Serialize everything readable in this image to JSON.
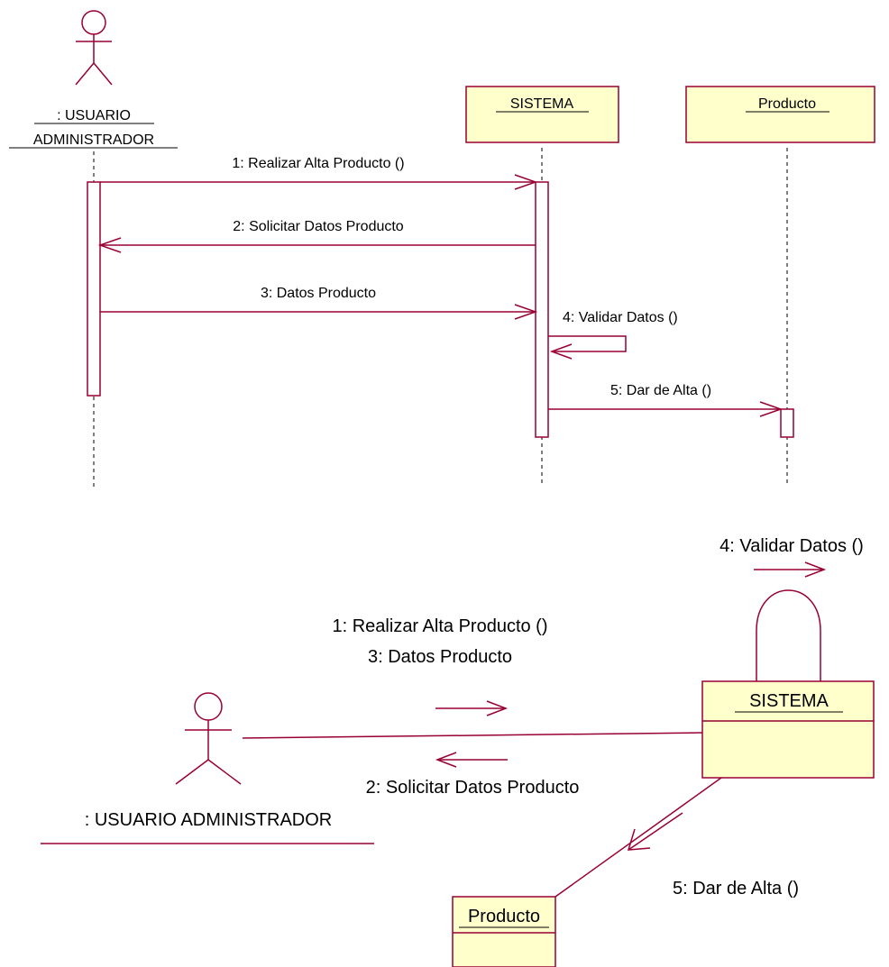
{
  "colors": {
    "line": "#990033",
    "box_fill": "#ffffcc",
    "text": "#000000",
    "lifeline": "#000000",
    "background": "#ffffff"
  },
  "sequence_diagram": {
    "actor_label_line1": ": USUARIO",
    "actor_label_line2": "ADMINISTRADOR",
    "objects": [
      {
        "name": "SISTEMA"
      },
      {
        "name": "Producto"
      }
    ],
    "messages": [
      {
        "label": "1: Realizar Alta Producto ()"
      },
      {
        "label": "2: Solicitar Datos Producto"
      },
      {
        "label": "3: Datos Producto"
      },
      {
        "label": "4: Validar Datos ()"
      },
      {
        "label": "5: Dar de Alta ()"
      }
    ]
  },
  "collaboration_diagram": {
    "actor_label": ": USUARIO ADMINISTRADOR",
    "system_object": "SISTEMA",
    "product_object": "Producto",
    "messages": {
      "self_loop": "4: Validar Datos ()",
      "to_system_line1": "1: Realizar Alta Producto ()",
      "to_system_line2": "3: Datos Producto",
      "to_actor": "2: Solicitar Datos Producto",
      "to_product": "5: Dar de Alta ()"
    }
  }
}
